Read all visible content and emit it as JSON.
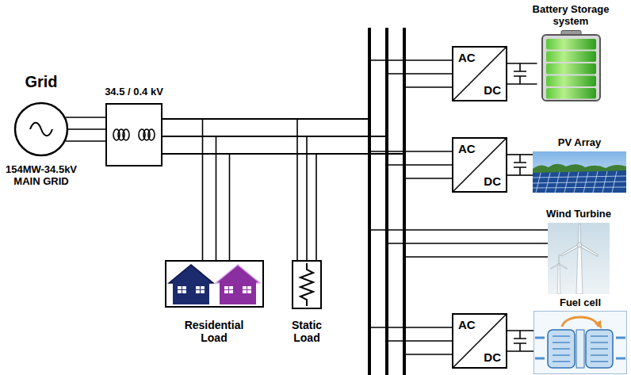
{
  "diagram": {
    "nodes": [
      {
        "text": [
          "Grid",
          "154MW-34.5kV MAIN GRID"
        ]
      },
      {
        "text": [
          "34.5 / 0.4 kV"
        ]
      },
      {
        "text": [
          "Residential Load"
        ]
      },
      {
        "text": [
          "Static Load"
        ]
      },
      {
        "text": [
          "AC",
          "DC"
        ]
      },
      {
        "text": [
          "Battery Storage system"
        ]
      },
      {
        "text": [
          "AC",
          "DC"
        ]
      },
      {
        "text": [
          "PV Array"
        ]
      },
      {
        "text": [
          "Wind Turbine"
        ]
      },
      {
        "text": [
          "AC",
          "DC"
        ]
      },
      {
        "text": [
          "Fuel cell"
        ]
      }
    ],
    "edges": [
      {
        "from": 0,
        "to": 1,
        "arrow": "none"
      },
      {
        "from": 1,
        "to": 2,
        "arrow": "none"
      },
      {
        "from": 1,
        "to": 3,
        "arrow": "none"
      },
      {
        "from": 1,
        "to": 4,
        "arrow": "none"
      },
      {
        "from": 4,
        "to": 5,
        "arrow": "none"
      },
      {
        "from": 1,
        "to": 6,
        "arrow": "none"
      },
      {
        "from": 6,
        "to": 7,
        "arrow": "none"
      },
      {
        "from": 1,
        "to": 8,
        "arrow": "none"
      },
      {
        "from": 1,
        "to": 9,
        "arrow": "none"
      },
      {
        "from": 9,
        "to": 10,
        "arrow": "none"
      }
    ]
  }
}
